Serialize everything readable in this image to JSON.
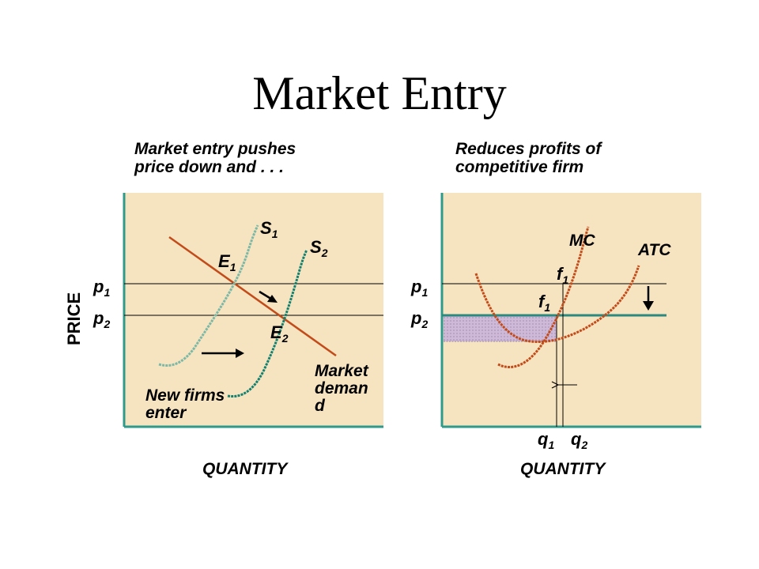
{
  "slide": {
    "title": "Market Entry",
    "y_axis_label": "PRICE"
  },
  "colors": {
    "panel_fill": "#f6e3c0",
    "axis": "#2e9a8a",
    "demand": "#c24b1a",
    "supply_1": "#7cb8a6",
    "supply_2": "#12806e",
    "firm_curves": "#c24b1a",
    "price_line_p2": "#2a8a80",
    "profit_area": "#cfb9d8"
  },
  "left_panel": {
    "caption": "Market entry pushes\nprice down and . . .",
    "x_axis_label": "QUANTITY",
    "price_labels": [
      {
        "main": "p",
        "sub": "1"
      },
      {
        "main": "p",
        "sub": "2"
      }
    ],
    "curves": [
      {
        "main": "S",
        "sub": "1"
      },
      {
        "main": "S",
        "sub": "2"
      }
    ],
    "equilibria": [
      {
        "main": "E",
        "sub": "1"
      },
      {
        "main": "E",
        "sub": "2"
      }
    ],
    "demand_label": [
      "Market",
      "deman",
      "d"
    ],
    "entry_label": [
      "New firms",
      "enter"
    ]
  },
  "right_panel": {
    "caption": "Reduces profits of\ncompetitive firm",
    "x_axis_label": "QUANTITY",
    "price_labels": [
      {
        "main": "p",
        "sub": "1"
      },
      {
        "main": "p",
        "sub": "2"
      }
    ],
    "mc_label": "MC",
    "atc_label": "ATC",
    "points": [
      {
        "main": "f",
        "sub": "1"
      },
      {
        "main": "f",
        "sub": "1"
      }
    ],
    "quantity_labels": [
      {
        "main": "q",
        "sub": "1"
      },
      {
        "main": "q",
        "sub": "2"
      }
    ]
  }
}
